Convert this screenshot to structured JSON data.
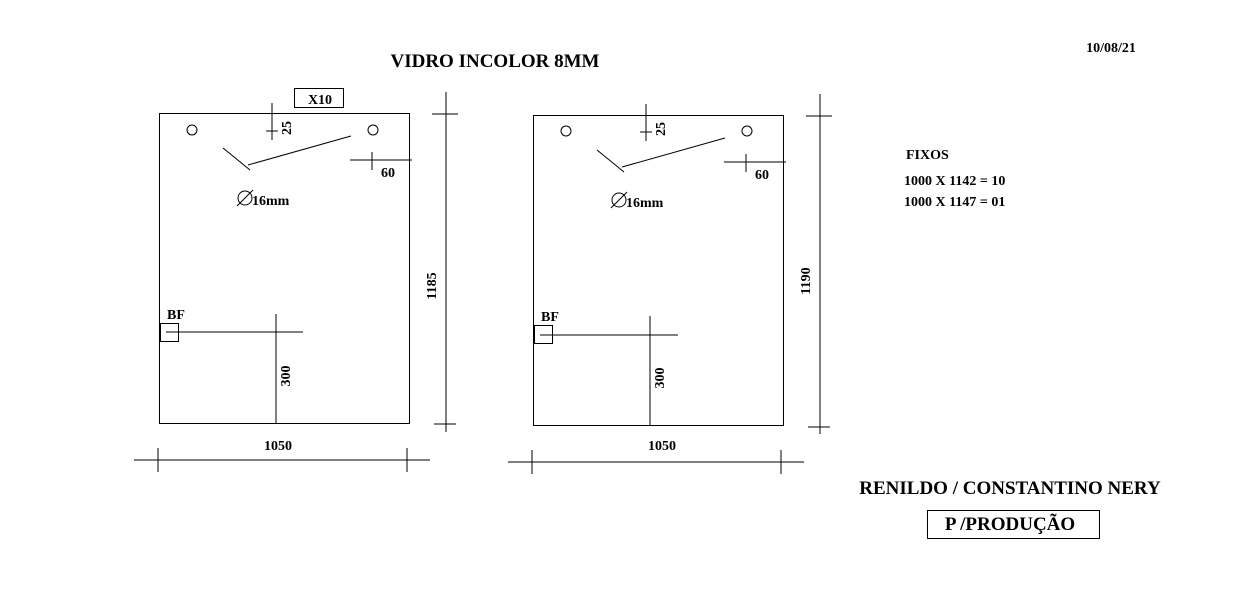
{
  "header": {
    "title": "VIDRO INCOLOR 8MM",
    "date": "10/08/21"
  },
  "panel_1": {
    "quantity": "X10",
    "hole_offset_top": "25",
    "hole_offset_side": "60",
    "hole_diameter": "16mm",
    "fitting": "BF",
    "fitting_offset": "300",
    "width": "1050",
    "height": "1185"
  },
  "panel_2": {
    "hole_offset_top": "25",
    "hole_offset_side": "60",
    "hole_diameter": "16mm",
    "fitting": "BF",
    "fitting_offset": "300",
    "width": "1050",
    "height": "1190"
  },
  "summary": {
    "heading": "FIXOS",
    "lines": [
      "1000 X 1142 = 10",
      "1000 X 1147 = 01"
    ]
  },
  "footer": {
    "client": "RENILDO / CONSTANTINO NERY",
    "stamp": "P /PRODUÇÃO"
  }
}
